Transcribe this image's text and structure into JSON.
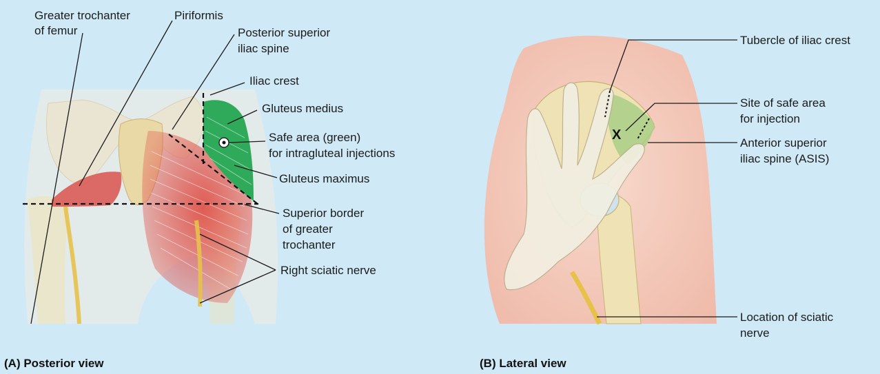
{
  "colors": {
    "background": "#cfe9f7",
    "safe_area_green": "#2faa5a",
    "gluteus_red": "#e0544c",
    "bone": "#efe2b5",
    "nerve": "#e7c24a",
    "skin": "#f6cfc0"
  },
  "panel_a": {
    "caption": "(A) Posterior view",
    "labels": {
      "greater_trochanter_1": "Greater trochanter",
      "greater_trochanter_2": "of femur",
      "piriformis": "Piriformis",
      "psis_1": "Posterior superior",
      "psis_2": "iliac spine",
      "iliac_crest": "Iliac crest",
      "gluteus_medius": "Gluteus medius",
      "safe_area_1": "Safe area (green)",
      "safe_area_2": "for intragluteal injections",
      "gluteus_maximus": "Gluteus maximus",
      "sup_border_1": "Superior border",
      "sup_border_2": "of greater",
      "sup_border_3": "trochanter",
      "sciatic": "Right sciatic nerve"
    }
  },
  "panel_b": {
    "caption": "(B) Lateral view",
    "x_mark": "X",
    "labels": {
      "tubercle": "Tubercle of iliac crest",
      "site_1": "Site of safe area",
      "site_2": "for injection",
      "asis_1": "Anterior superior",
      "asis_2": "iliac spine (ASIS)",
      "sciatic_1": "Location of sciatic",
      "sciatic_2": "nerve"
    }
  }
}
